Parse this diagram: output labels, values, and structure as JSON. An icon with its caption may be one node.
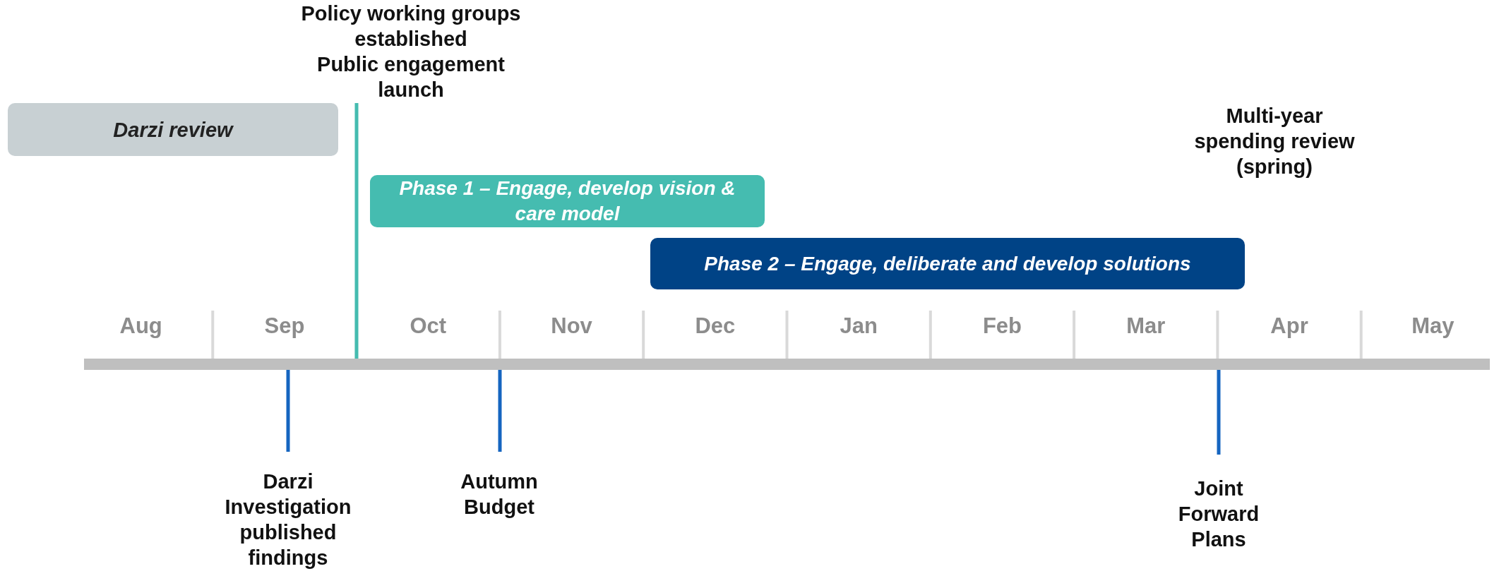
{
  "diagram": {
    "nodes": [
      {
        "text": [
          "Darzi review"
        ]
      },
      {
        "text": [
          "Policy working groups established",
          "Public engagement launch"
        ]
      },
      {
        "text": [
          "Phase 1 – Engage, develop vision & care model"
        ]
      },
      {
        "text": [
          "Phase 2 – Engage, deliberate and develop solutions"
        ]
      },
      {
        "text": [
          "Darzi Investigation published findings"
        ]
      },
      {
        "text": [
          "Autumn Budget"
        ]
      },
      {
        "text": [
          "Joint Forward Plans"
        ]
      },
      {
        "text": [],
        "shape": "bar"
      }
    ],
    "edges": [
      {
        "from": 1,
        "to": 7,
        "arrow": "none",
        "color": "#45bcb0"
      },
      {
        "from": 4,
        "to": 7,
        "arrow": "none"
      },
      {
        "from": 5,
        "to": 7,
        "arrow": "none"
      },
      {
        "from": 6,
        "to": 7,
        "arrow": "none"
      }
    ],
    "labels": [
      "Multi-year spending review (spring)",
      "Aug",
      "Sep",
      "Oct",
      "Nov",
      "Dec",
      "Jan",
      "Feb",
      "Mar",
      "Apr",
      "May"
    ]
  }
}
